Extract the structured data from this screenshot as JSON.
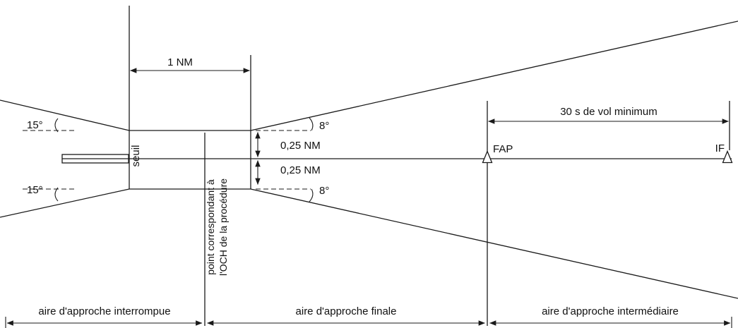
{
  "diagram": {
    "labels": {
      "dim_1nm": "1 NM",
      "angle_15_top": "15°",
      "angle_15_bottom": "15°",
      "angle_8_top": "8°",
      "angle_8_bottom": "8°",
      "width_top": "0,25 NM",
      "width_bottom": "0,25 NM",
      "seuil": "seuil",
      "och_line1": "point correspondant à",
      "och_line2": "l'OCH de la procédure",
      "min_flight_time": "30 s de vol minimum",
      "fap": "FAP",
      "if": "IF"
    },
    "areas": {
      "missed": "aire d'approche interrompue",
      "final": "aire d'approche finale",
      "intermediate": "aire d'approche intermédiaire"
    },
    "colors": {
      "line": "#1a1a1a",
      "background": "#ffffff"
    }
  }
}
